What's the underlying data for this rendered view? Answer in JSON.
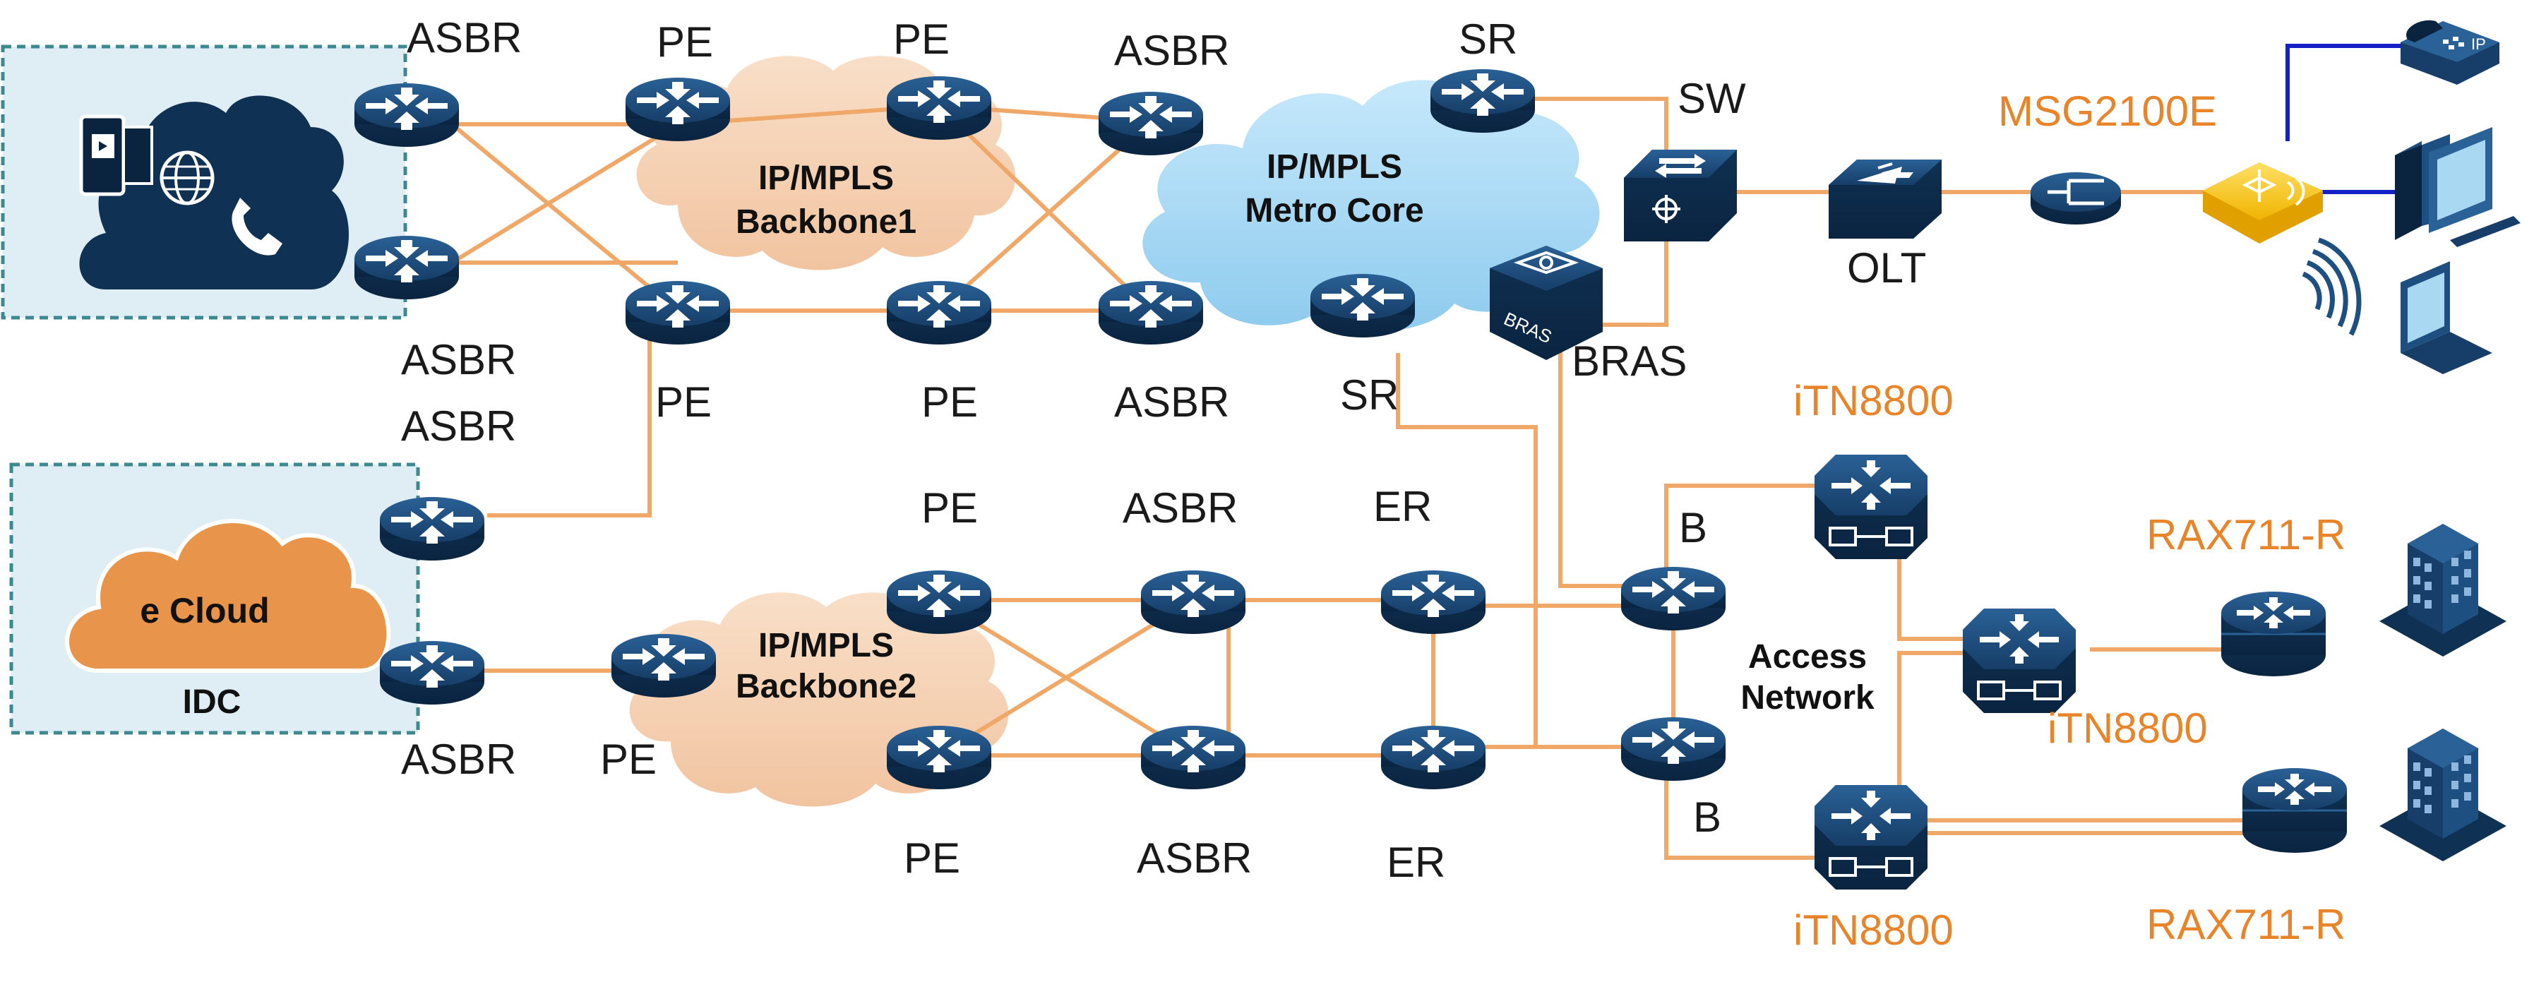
{
  "colors": {
    "device_dark": "#10345a",
    "device_top": "#1d4f80",
    "link": "#f0a868",
    "label_orange": "#e8842a",
    "cloud_beige": "#f6d4b6",
    "cloud_blue": "#a9d8f3",
    "idc_box": "#dfeef4",
    "phone_link": "#1520c8"
  },
  "top_cloud_box": {},
  "idc": {
    "cloud_label": "e Cloud",
    "label": "IDC"
  },
  "clouds": {
    "backbone1": {
      "line1": "IP/MPLS",
      "line2": "Backbone1"
    },
    "backbone2": {
      "line1": "IP/MPLS",
      "line2": "Backbone2"
    },
    "metro": {
      "line1": "IP/MPLS",
      "line2": "Metro Core"
    }
  },
  "access_network": {
    "line1": "Access",
    "line2": "Network"
  },
  "labels": {
    "asbr": "ASBR",
    "pe": "PE",
    "sr": "SR",
    "er": "ER",
    "b": "B",
    "sw": "SW",
    "bras": "BRAS",
    "bras_icon": "BRAS",
    "olt": "OLT",
    "msg": "MSG2100E",
    "itn": "iTN8800",
    "rax": "RAX711-R",
    "ip_phone_tag": "IP"
  },
  "icons": [
    "router-icon",
    "itn8800-icon",
    "switch-icon",
    "bras-icon",
    "olt-icon",
    "splitter-icon",
    "msg-gateway-icon",
    "ip-phone-icon",
    "desktop-pc-icon",
    "laptop-icon",
    "wifi-waves-icon",
    "building-icon",
    "rax-router-icon",
    "cloud-services-icon"
  ]
}
